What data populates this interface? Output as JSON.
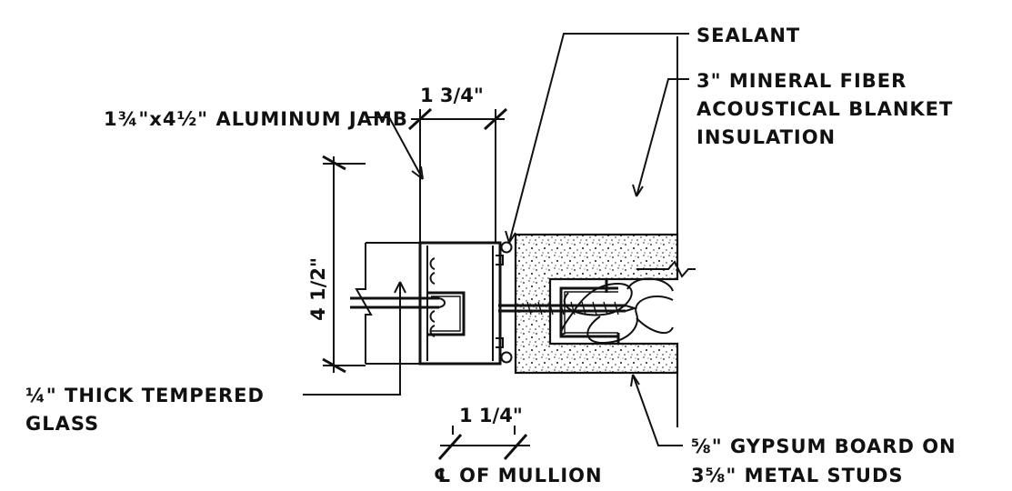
{
  "labels": {
    "sealant": "SEALANT",
    "insulation_1": "3\" MINERAL FIBER",
    "insulation_2": "ACOUSTICAL BLANKET",
    "insulation_3": "INSULATION",
    "jamb": "1¾\"x4½\" ALUMINUM JAMB",
    "glass_1": "¼\" THICK TEMPERED",
    "glass_2": "GLASS",
    "gypsum_1": "⅝\" GYPSUM BOARD ON",
    "gypsum_2": "3⅝\" METAL STUDS",
    "mullion": "℄ OF MULLION"
  },
  "dimensions": {
    "top_width": "1 3/4\"",
    "height": "4 1/2\"",
    "bottom_width": "1 1/4\""
  },
  "colors": {
    "ink": "#111111",
    "paper": "#ffffff"
  }
}
